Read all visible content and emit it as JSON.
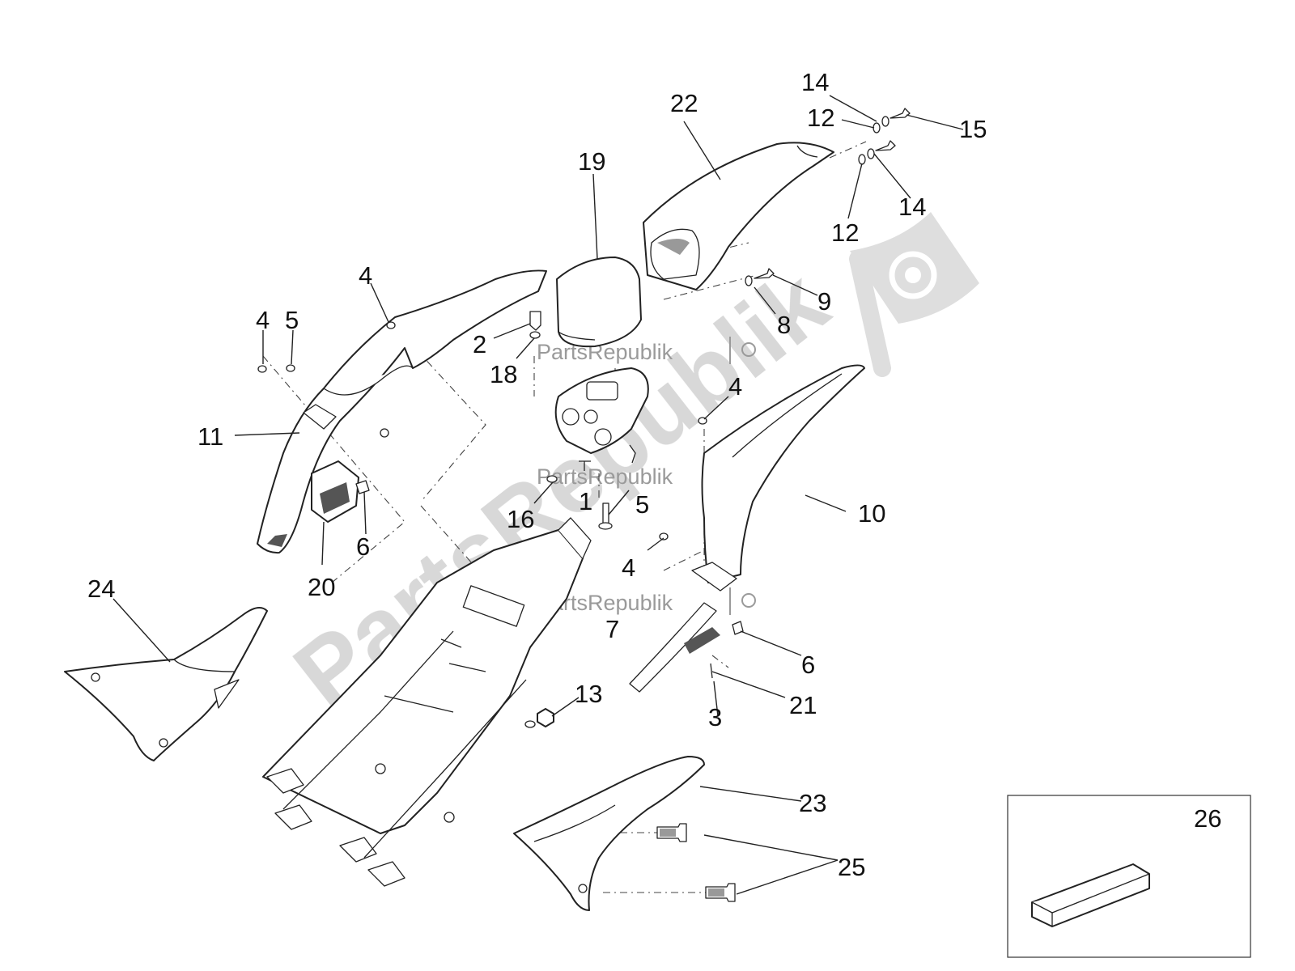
{
  "watermark": {
    "main_text": "PartsRepublik",
    "small_labels": [
      "PartsRepublik",
      "PartsRepublik",
      "PartsRepublik"
    ],
    "color": "#c8c8c8"
  },
  "callouts": [
    {
      "id": "c14a",
      "label": "14"
    },
    {
      "id": "c22",
      "label": "22"
    },
    {
      "id": "c12a",
      "label": "12"
    },
    {
      "id": "c15",
      "label": "15"
    },
    {
      "id": "c19",
      "label": "19"
    },
    {
      "id": "c14b",
      "label": "14"
    },
    {
      "id": "c12b",
      "label": "12"
    },
    {
      "id": "c4a",
      "label": "4"
    },
    {
      "id": "c9",
      "label": "9"
    },
    {
      "id": "c4b",
      "label": "4"
    },
    {
      "id": "c5a",
      "label": "5"
    },
    {
      "id": "c2",
      "label": "2"
    },
    {
      "id": "c8",
      "label": "8"
    },
    {
      "id": "c18",
      "label": "18"
    },
    {
      "id": "c4c",
      "label": "4"
    },
    {
      "id": "c11",
      "label": "11"
    },
    {
      "id": "c16",
      "label": "16"
    },
    {
      "id": "c1",
      "label": "1"
    },
    {
      "id": "c5b",
      "label": "5"
    },
    {
      "id": "c10",
      "label": "10"
    },
    {
      "id": "c6a",
      "label": "6"
    },
    {
      "id": "c4d",
      "label": "4"
    },
    {
      "id": "c24",
      "label": "24"
    },
    {
      "id": "c20",
      "label": "20"
    },
    {
      "id": "c7",
      "label": "7"
    },
    {
      "id": "c6b",
      "label": "6"
    },
    {
      "id": "c13",
      "label": "13"
    },
    {
      "id": "c21",
      "label": "21"
    },
    {
      "id": "c3",
      "label": "3"
    },
    {
      "id": "c23",
      "label": "23"
    },
    {
      "id": "c26",
      "label": "26"
    },
    {
      "id": "c25",
      "label": "25"
    }
  ]
}
